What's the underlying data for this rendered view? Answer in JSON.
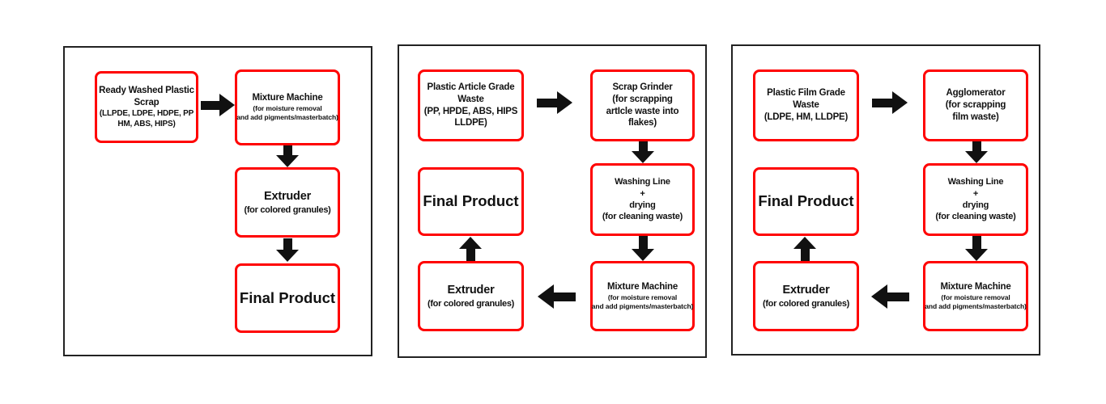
{
  "colors": {
    "box_border": "#ff0000",
    "panel_border": "#222222",
    "arrow": "#111111",
    "text": "#111111",
    "background": "#ffffff"
  },
  "panels": [
    {
      "id": "ready-washed-plastic-scrap-process",
      "boxes": [
        {
          "title": "Ready Washed Plastic\nScrap",
          "sub": "(LLPDE, LDPE, HDPE, PP\nHM, ABS, HIPS)"
        },
        {
          "title": "Mixture Machine",
          "sub": "(for moisture removal\nand add pigments/masterbatch)"
        },
        {
          "title": "Extruder",
          "sub": "(for colored granules)"
        },
        {
          "title": "Final Product"
        }
      ]
    },
    {
      "id": "plastic-article-grade-waste-process",
      "boxes": [
        {
          "title": "Plastic Article Grade\nWaste\n(PP, HPDE, ABS, HIPS\nLLDPE)"
        },
        {
          "title": "Scrap Grinder\n(for scrapping\nartIcle waste into\nflakes)"
        },
        {
          "title": "Washing Line\n+\ndrying\n(for cleaning waste)"
        },
        {
          "title": "Mixture Machine",
          "sub": "(for moisture removal\nand add pigments/masterbatch)"
        },
        {
          "title": "Extruder",
          "sub": "(for colored granules)"
        },
        {
          "title": "Final Product"
        }
      ]
    },
    {
      "id": "plastic-film-grade-waste-process",
      "boxes": [
        {
          "title": "Plastic Film Grade\nWaste\n(LDPE, HM, LLDPE)"
        },
        {
          "title": "Agglomerator\n(for scrapping\nfilm waste)"
        },
        {
          "title": "Washing Line\n+\ndrying\n(for cleaning waste)"
        },
        {
          "title": "Mixture Machine",
          "sub": "(for moisture removal\nand add pigments/masterbatch)"
        },
        {
          "title": "Extruder",
          "sub": "(for colored granules)"
        },
        {
          "title": "Final Product"
        }
      ]
    }
  ]
}
